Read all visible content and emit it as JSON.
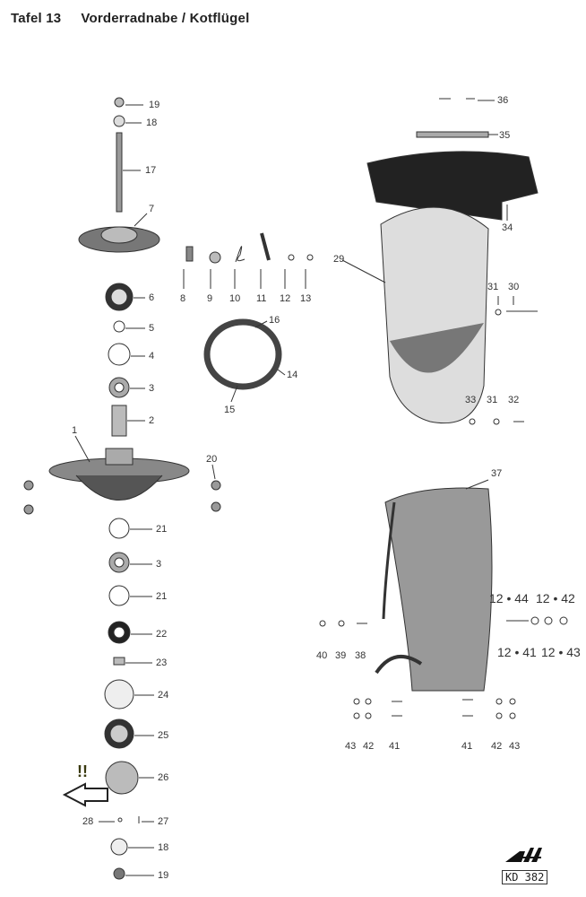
{
  "title": {
    "plate": "Tafel 13",
    "name": "Vorderradnabe / Kotflügel"
  },
  "callouts": [
    "19",
    "18",
    "17",
    "7",
    "6",
    "5",
    "4",
    "3",
    "2",
    "1",
    "20",
    "21",
    "3",
    "21",
    "22",
    "23",
    "24",
    "25",
    "26",
    "28",
    "27",
    "18",
    "19",
    "8",
    "9",
    "10",
    "11",
    "12",
    "13",
    "16",
    "14",
    "15",
    "36",
    "35",
    "34",
    "29",
    "31",
    "30",
    "33",
    "31",
    "32",
    "37",
    "12 • 44",
    "12 • 42",
    "12 • 41",
    "12 • 43",
    "40",
    "39",
    "38",
    "43",
    "42",
    "41",
    "41",
    "42",
    "43"
  ],
  "warning": "!!",
  "logo": {
    "code": "KD 382",
    "mark": "AH"
  }
}
